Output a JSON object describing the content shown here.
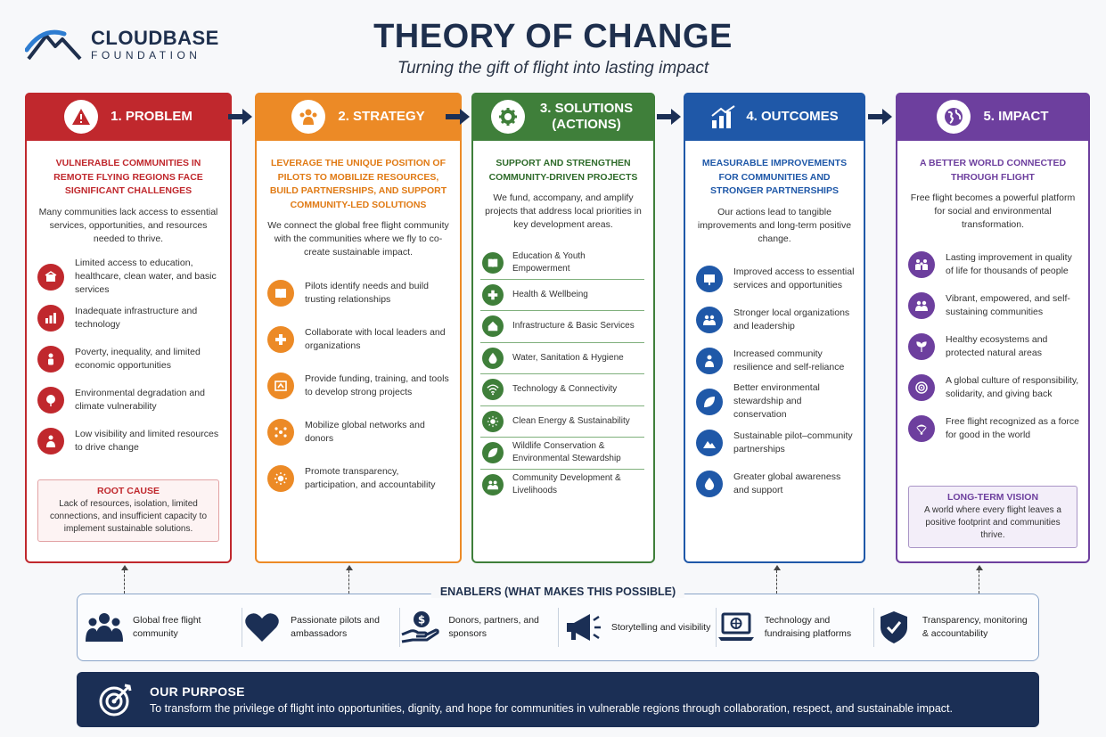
{
  "header": {
    "logo_name": "CLOUDBASE",
    "logo_sub": "FOUNDATION",
    "title": "THEORY OF CHANGE",
    "subtitle": "Turning the gift of flight into lasting impact"
  },
  "colors": {
    "problem": "#c0282d",
    "strategy": "#ec8a26",
    "solutions": "#3f7f3a",
    "outcomes": "#1f58a8",
    "impact": "#6d3f9e",
    "navy": "#1b2f55"
  },
  "columns": {
    "problem": {
      "title": "1. PROBLEM",
      "lead": "VULNERABLE COMMUNITIES IN REMOTE FLYING REGIONS FACE SIGNIFICANT CHALLENGES",
      "desc": "Many communities lack access to essential services, opportunities, and resources needed to thrive.",
      "items": [
        {
          "icon": "school-icon",
          "text": "Limited access to education, healthcare, clean water, and basic services"
        },
        {
          "icon": "infrastructure-icon",
          "text": "Inadequate infrastructure and technology"
        },
        {
          "icon": "poverty-icon",
          "text": "Poverty, inequality, and limited economic opportunities"
        },
        {
          "icon": "environment-icon",
          "text": "Environmental degradation and climate vulnerability"
        },
        {
          "icon": "person-icon",
          "text": "Low visibility and limited resources to drive change"
        }
      ],
      "note_title": "ROOT CAUSE",
      "note_text": "Lack of resources, isolation, limited connections, and insufficient capacity to implement sustainable solutions."
    },
    "strategy": {
      "title": "2. STRATEGY",
      "lead": "LEVERAGE THE UNIQUE POSITION OF PILOTS TO MOBILIZE RESOURCES, BUILD PARTNERSHIPS, AND SUPPORT COMMUNITY-LED SOLUTIONS",
      "desc": "We connect the global free flight community with the communities where we fly to co-create sustainable impact.",
      "items": [
        {
          "icon": "book-icon",
          "text": "Pilots identify needs and build trusting relationships"
        },
        {
          "icon": "plus-icon",
          "text": "Collaborate with local leaders and organizations"
        },
        {
          "icon": "tools-icon",
          "text": "Provide funding, training, and tools to develop strong projects"
        },
        {
          "icon": "network-icon",
          "text": "Mobilize global networks and donors"
        },
        {
          "icon": "sun-icon",
          "text": "Promote transparency, participation, and accountability"
        }
      ]
    },
    "solutions": {
      "title": "3. SOLUTIONS (ACTIONS)",
      "lead": "SUPPORT AND STRENGTHEN COMMUNITY-DRIVEN PROJECTS",
      "desc": "We fund, accompany, and amplify projects that address local priorities in key development areas.",
      "items": [
        {
          "icon": "book-icon",
          "text": "Education & Youth Empowerment"
        },
        {
          "icon": "plus-icon",
          "text": "Health & Wellbeing"
        },
        {
          "icon": "house-icon",
          "text": "Infrastructure & Basic Services"
        },
        {
          "icon": "water-drop-icon",
          "text": "Water, Sanitation & Hygiene"
        },
        {
          "icon": "wifi-icon",
          "text": "Technology & Connectivity"
        },
        {
          "icon": "sun-icon",
          "text": "Clean Energy & Sustainability"
        },
        {
          "icon": "leaf-icon",
          "text": "Wildlife Conservation & Environmental Stewardship"
        },
        {
          "icon": "people-icon",
          "text": "Community Development & Livelihoods"
        }
      ]
    },
    "outcomes": {
      "title": "4. OUTCOMES",
      "lead": "MEASURABLE IMPROVEMENTS FOR COMMUNITIES AND STRONGER PARTNERSHIPS",
      "desc": "Our actions lead to tangible improvements and long-term positive change.",
      "items": [
        {
          "icon": "board-icon",
          "text": "Improved access to essential services and opportunities"
        },
        {
          "icon": "people-icon",
          "text": "Stronger local organizations and leadership"
        },
        {
          "icon": "person-icon",
          "text": "Increased community resilience and self-reliance"
        },
        {
          "icon": "leaf-icon",
          "text": "Better environmental stewardship and conservation"
        },
        {
          "icon": "mountain-icon",
          "text": "Sustainable pilot–community partnerships"
        },
        {
          "icon": "water-drop-icon",
          "text": "Greater global awareness and support"
        }
      ]
    },
    "impact": {
      "title": "5. IMPACT",
      "lead": "A BETTER WORLD CONNECTED THROUGH FLIGHT",
      "desc": "Free flight becomes a powerful platform for social and environmental transformation.",
      "items": [
        {
          "icon": "family-icon",
          "text": "Lasting improvement in quality of life for thousands of people"
        },
        {
          "icon": "people-icon",
          "text": "Vibrant, empowered, and self-sustaining communities"
        },
        {
          "icon": "ecosystem-icon",
          "text": "Healthy ecosystems and protected natural areas"
        },
        {
          "icon": "target-icon",
          "text": "A global culture of responsibility, solidarity, and giving back"
        },
        {
          "icon": "paraglider-icon",
          "text": "Free flight recognized as a force for good in the world"
        }
      ],
      "note_title": "LONG-TERM VISION",
      "note_text": "A world where every flight leaves a positive footprint and communities thrive."
    }
  },
  "enablers": {
    "title": "ENABLERS (WHAT MAKES THIS POSSIBLE)",
    "items": [
      {
        "icon": "community-icon",
        "text": "Global free flight community"
      },
      {
        "icon": "heart-icon",
        "text": "Passionate pilots and ambassadors"
      },
      {
        "icon": "donation-icon",
        "text": "Donors, partners, and sponsors"
      },
      {
        "icon": "megaphone-icon",
        "text": "Storytelling and visibility"
      },
      {
        "icon": "laptop-icon",
        "text": "Technology and fundraising platforms"
      },
      {
        "icon": "shield-icon",
        "text": "Transparency, monitoring & accountability"
      }
    ]
  },
  "purpose": {
    "title": "OUR PURPOSE",
    "text": "To transform the privilege of flight into opportunities, dignity, and hope for communities in vulnerable regions through collaboration, respect, and sustainable impact."
  }
}
